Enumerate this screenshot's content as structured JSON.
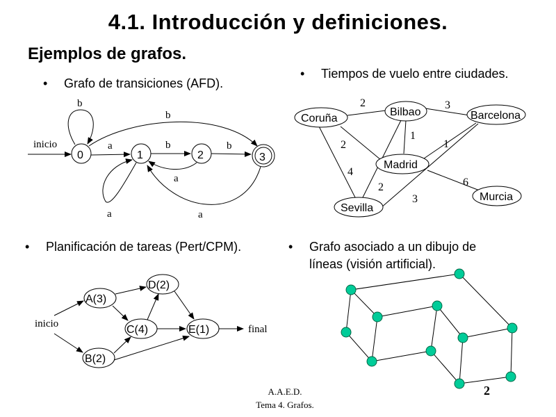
{
  "title": "4.1. Introducción y definiciones.",
  "subtitle": "Ejemplos de grafos.",
  "bullets": {
    "afd": "Grafo de transiciones (AFD).",
    "vuelo": "Tiempos de vuelo entre ciudades.",
    "pert": "Planificación de tareas (Pert/CPM).",
    "vision_line1": "Grafo asociado a un dibujo de",
    "vision_line2": "líneas (visión artificial)."
  },
  "afd": {
    "start": "inicio",
    "states": [
      "0",
      "1",
      "2",
      "3"
    ],
    "labels": {
      "b": "b",
      "a": "a"
    }
  },
  "vuelo": {
    "cities": {
      "coruna": "Coruña",
      "bilbao": "Bilbao",
      "barcelona": "Barcelona",
      "madrid": "Madrid",
      "sevilla": "Sevilla",
      "murcia": "Murcia"
    },
    "weights": {
      "coruna_bilbao": "2",
      "bilbao_barcelona": "3",
      "bilbao_madrid": "1",
      "coruna_madrid": "2",
      "barcelona_madrid": "1",
      "coruna_sevilla": "4",
      "bilbao_sevilla": "2",
      "madrid_sevilla": "3",
      "madrid_murcia": "6"
    }
  },
  "pert": {
    "start": "inicio",
    "end": "final",
    "tasks": {
      "a": "A(3)",
      "b": "B(2)",
      "c": "C(4)",
      "d": "D(2)",
      "e": "E(1)"
    }
  },
  "footer": {
    "line1": "A.A.E.D.",
    "line2": "Tema 4. Grafos."
  },
  "page_number": "2",
  "colors": {
    "node_fill": "#00cc99",
    "node_stroke": "#006644"
  }
}
